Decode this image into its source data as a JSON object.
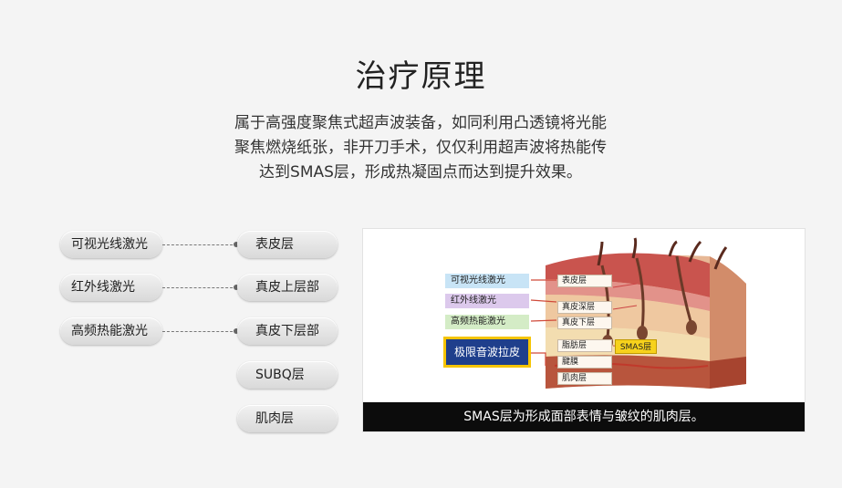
{
  "heading": "治疗原理",
  "description_lines": [
    "属于高强度聚焦式超声波装备，如同利用凸透镜将光能",
    "聚焦燃烧纸张，非开刀手术，仅仅利用超声波将热能传",
    "达到SMAS层，形成热凝固点而达到提升效果。"
  ],
  "left_items": [
    "可视光线激光",
    "红外线激光",
    "高频热能激光"
  ],
  "right_items": [
    "表皮层",
    "真皮上层部",
    "真皮下层部",
    "SUBQ层",
    "肌肉层"
  ],
  "figure": {
    "caption": "SMAS层为形成面部表情与皱纹的肌肉层。",
    "left_labels": [
      "可视光线激光",
      "红外线激光",
      "高频热能激光"
    ],
    "highlight_label": "极限音波拉皮",
    "layer_labels": [
      "表皮层",
      "真皮深层",
      "真皮下层",
      "脂肪层",
      "腱膜",
      "肌肉层"
    ],
    "smas_label": "SMAS层",
    "label_colors": [
      "#c8e4f6",
      "#dcc9ec",
      "#d4ecc6"
    ]
  }
}
